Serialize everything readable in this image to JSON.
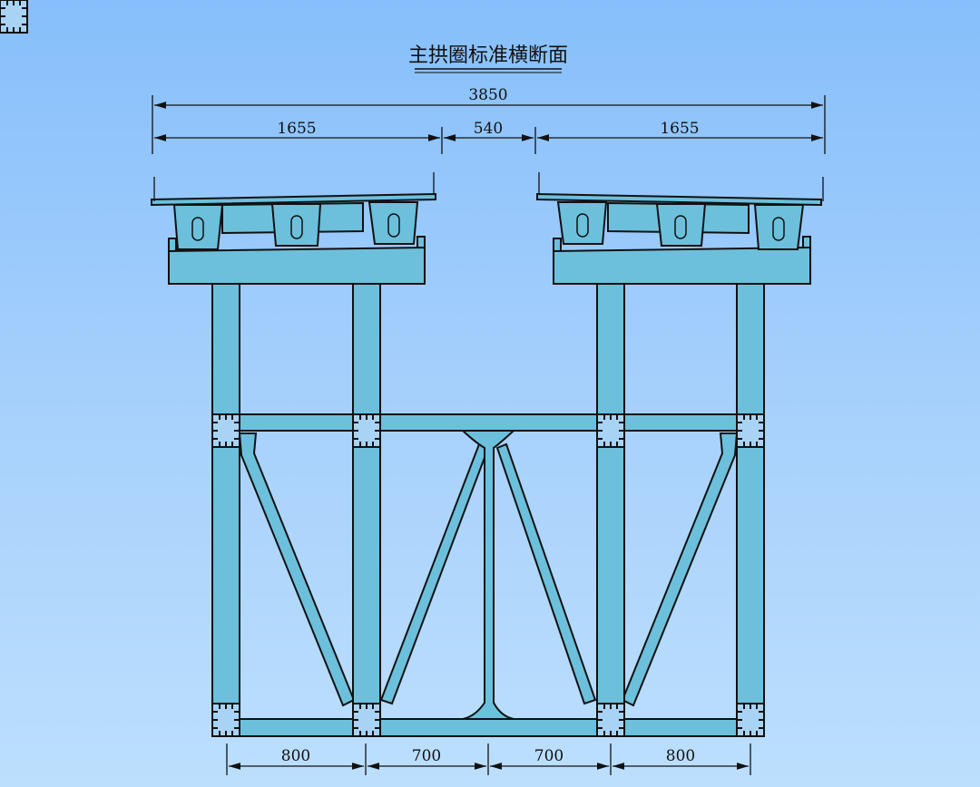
{
  "title": "主拱圈标准横断面",
  "dimensions": {
    "total": "3850",
    "left_deck": "1655",
    "gap": "540",
    "right_deck": "1655",
    "bottom": [
      "800",
      "700",
      "700",
      "800"
    ]
  },
  "colors": {
    "structure": "#6cc0dc",
    "background": "#a6d0fc",
    "line": "#111111"
  }
}
